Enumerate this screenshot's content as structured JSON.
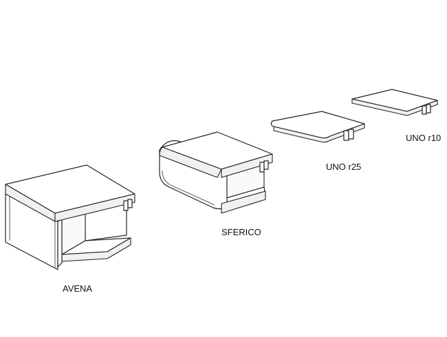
{
  "products": [
    {
      "name": "AVENA"
    },
    {
      "name": "SFERICO"
    },
    {
      "name": "UNO r25"
    },
    {
      "name": "UNO r10"
    }
  ]
}
